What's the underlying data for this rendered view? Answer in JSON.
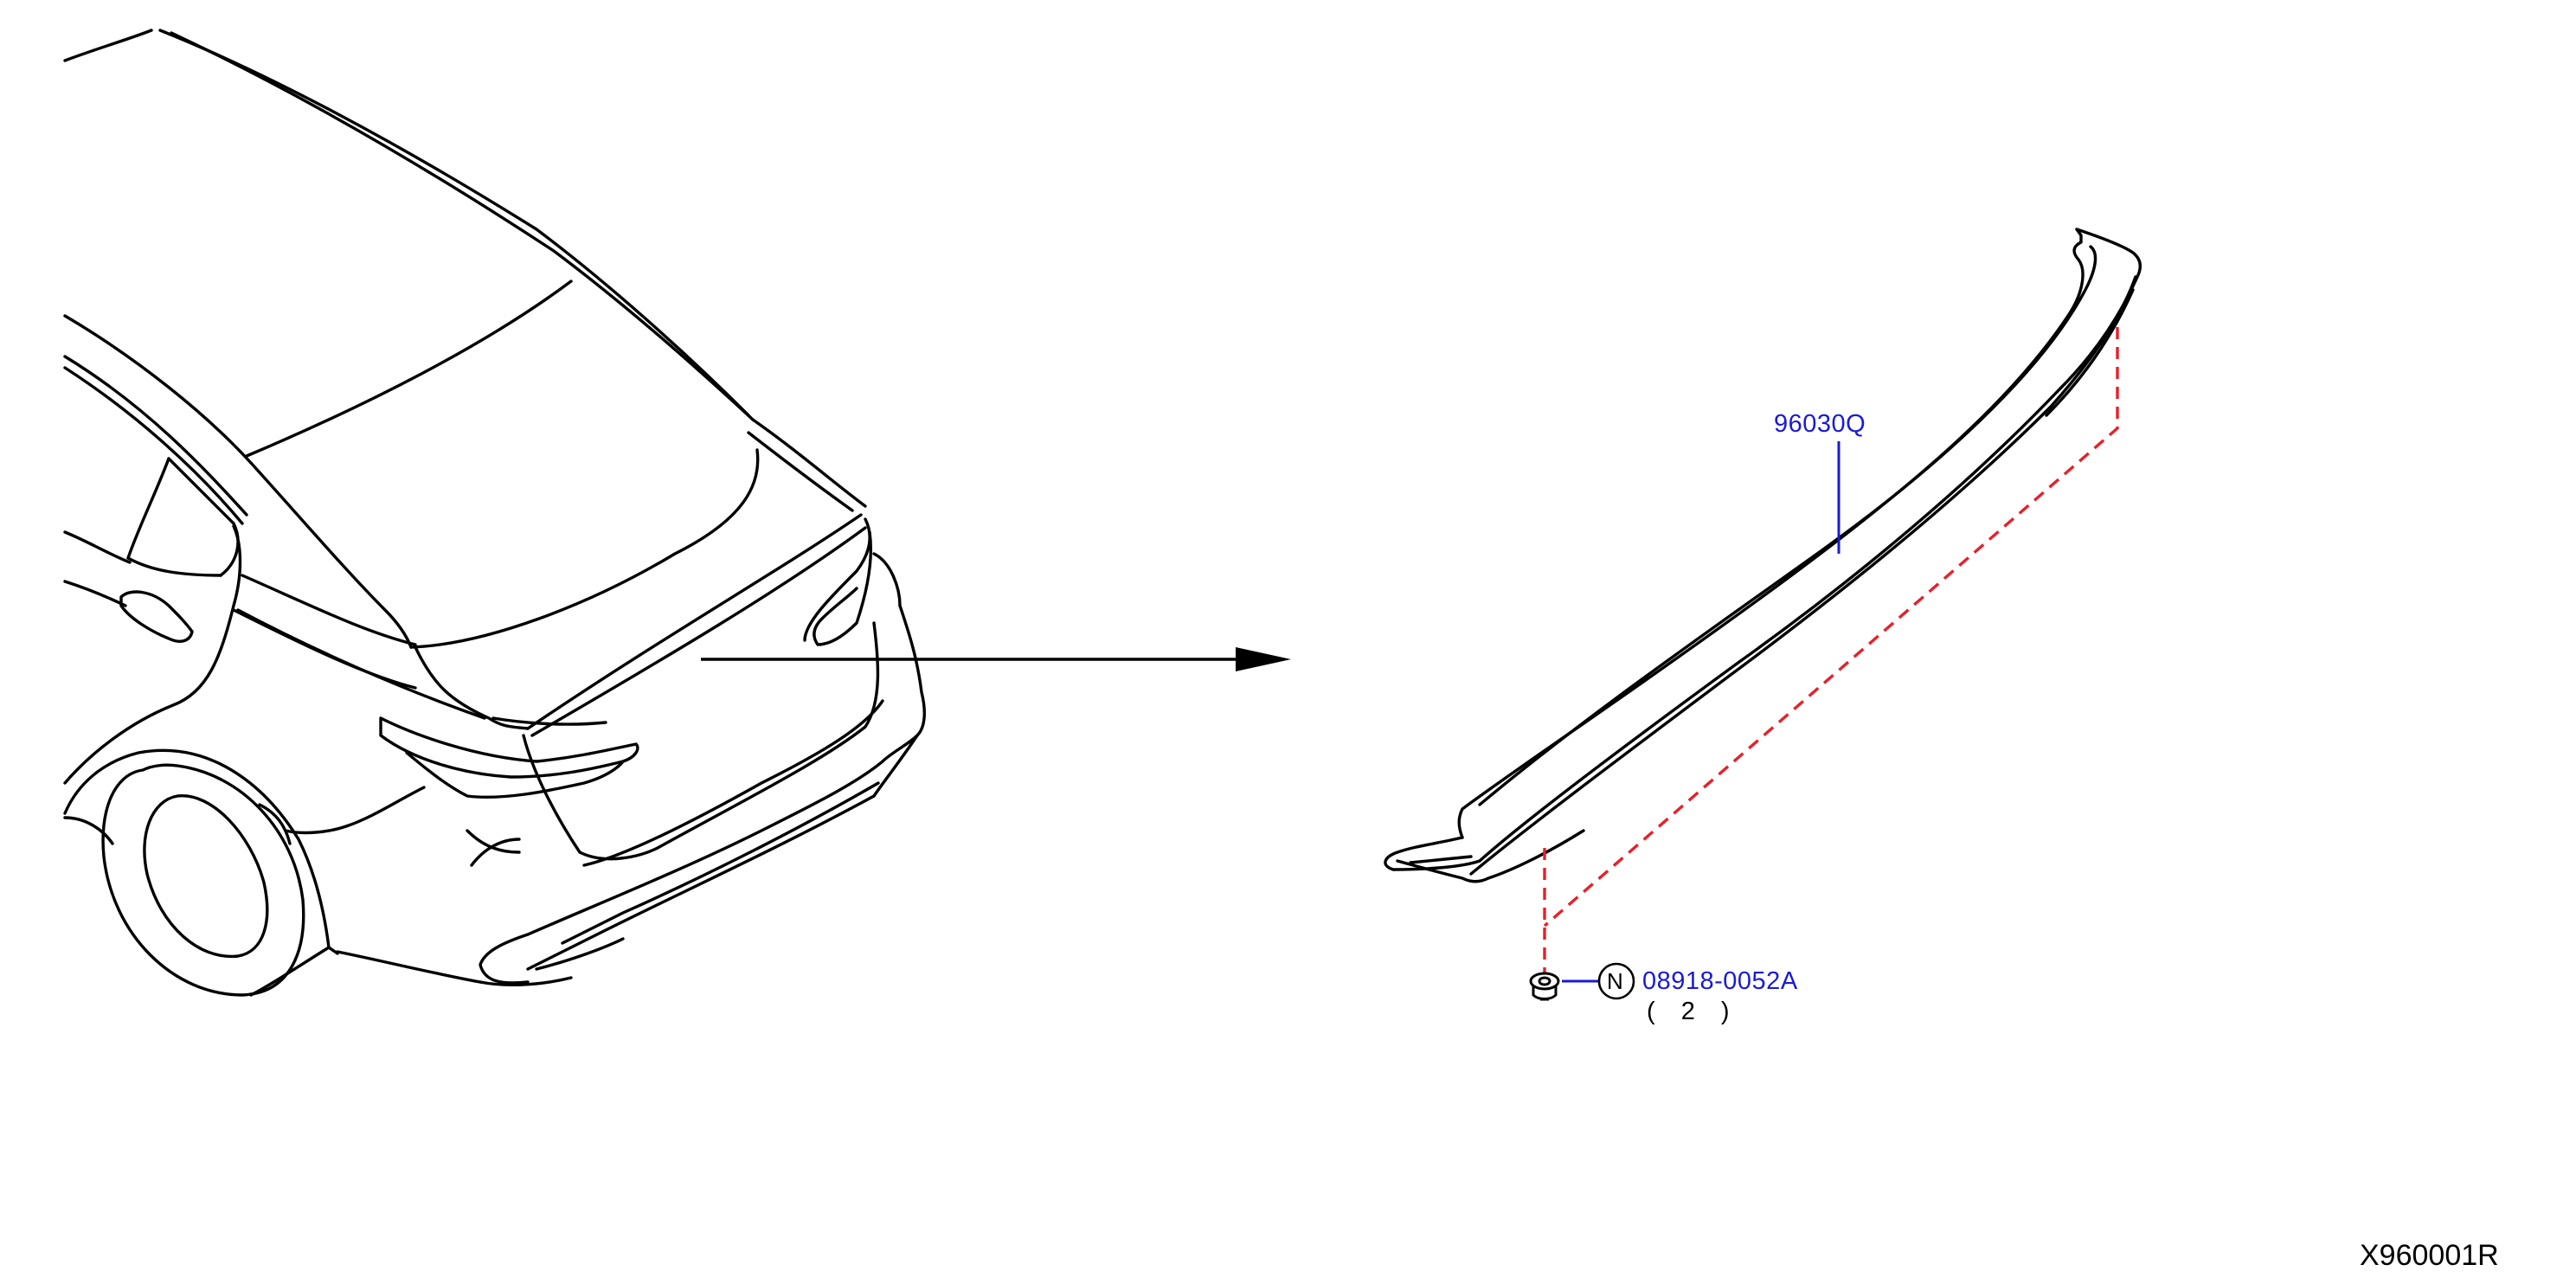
{
  "parts": {
    "spoiler": {
      "part_number": "96030Q"
    },
    "clip": {
      "part_number": "08918-0052A",
      "marker": "N",
      "quantity": "( 2 )"
    }
  },
  "illustration_ref": "X960001R",
  "colors": {
    "line": "#000000",
    "callout": "#1a1ad6",
    "dashed_guide": "#e8202a"
  }
}
